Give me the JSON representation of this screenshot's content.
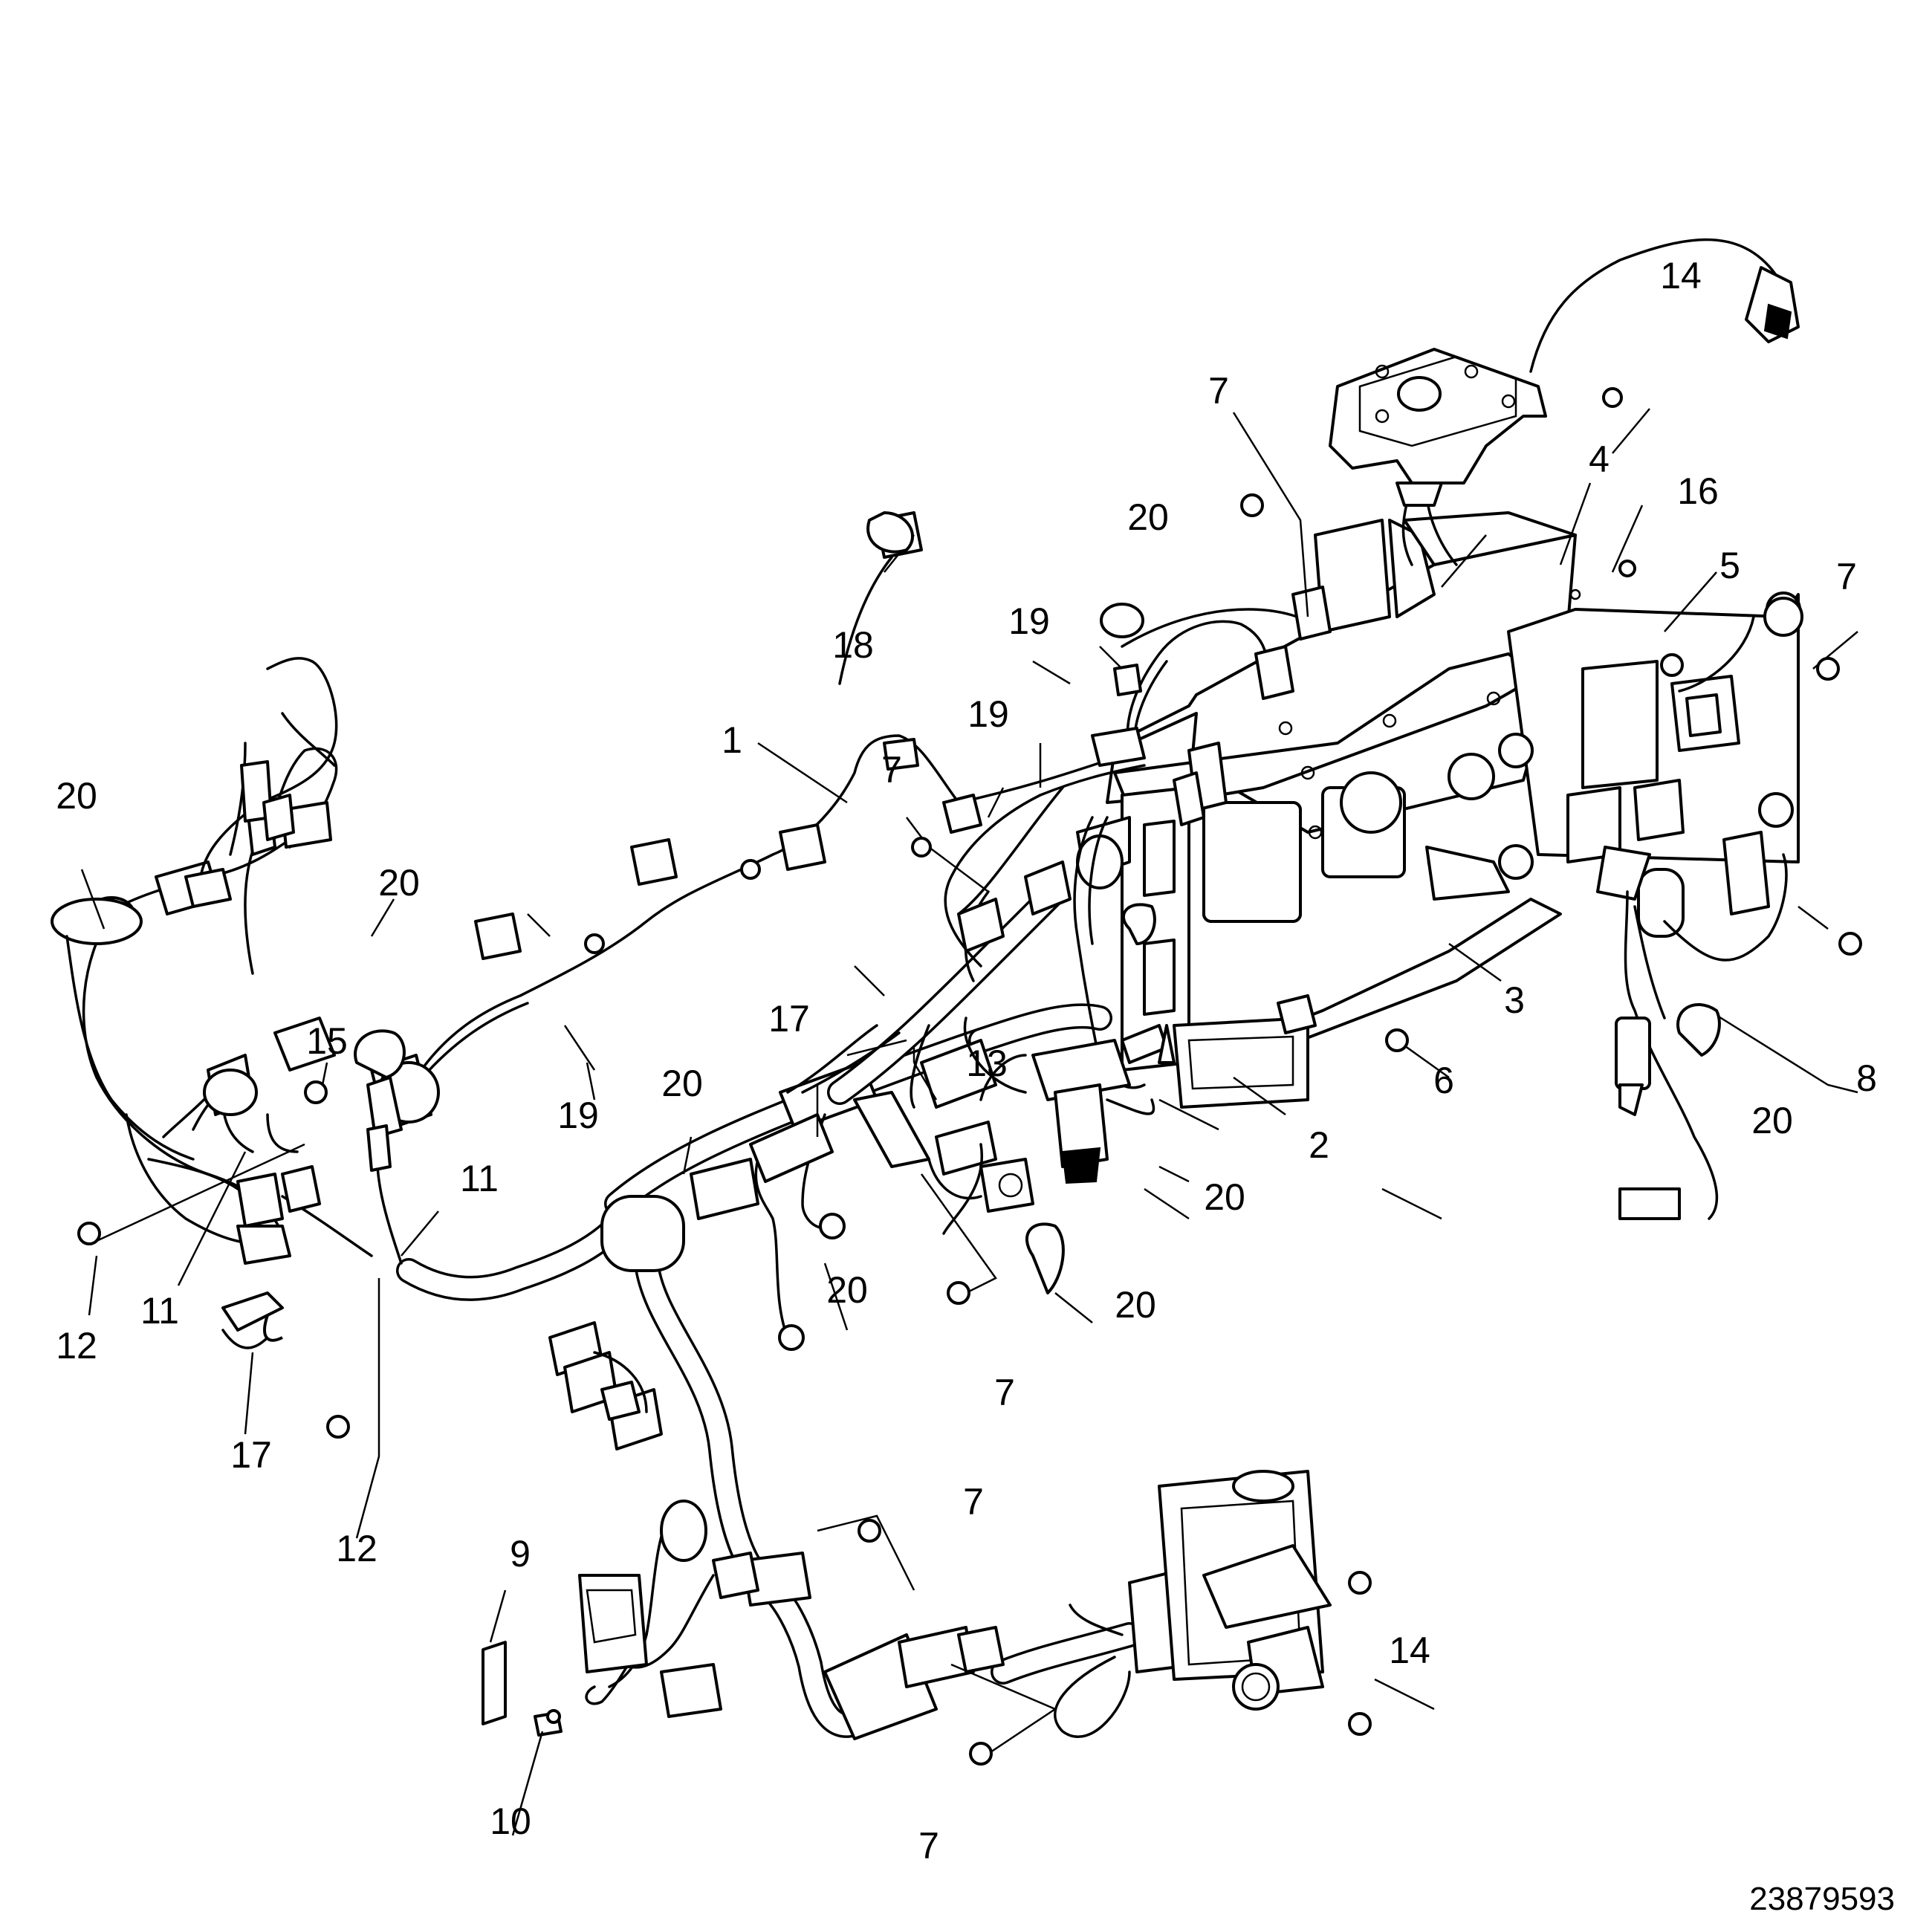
{
  "diagram": {
    "document_number": "23879593",
    "callouts": [
      "1",
      "2",
      "3",
      "4",
      "5",
      "6",
      "7",
      "8",
      "9",
      "10",
      "11",
      "12",
      "13",
      "14",
      "15",
      "16",
      "17",
      "18",
      "19",
      "20"
    ]
  }
}
